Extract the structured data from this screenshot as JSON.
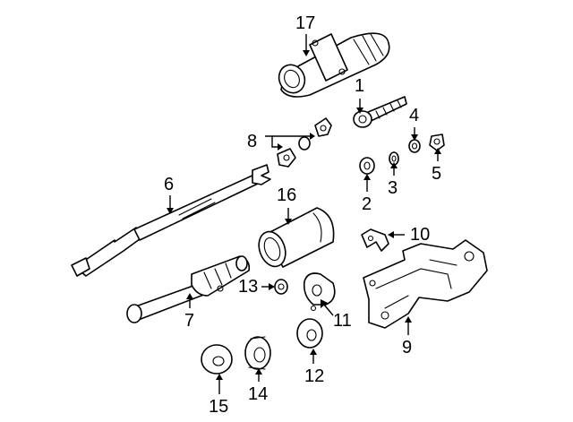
{
  "callouts": {
    "c1": "1",
    "c2": "2",
    "c3": "3",
    "c4": "4",
    "c5": "5",
    "c6": "6",
    "c7": "7",
    "c8": "8",
    "c9": "9",
    "c10": "10",
    "c11": "11",
    "c12": "12",
    "c13": "13",
    "c14": "14",
    "c15": "15",
    "c16": "16",
    "c17": "17"
  }
}
